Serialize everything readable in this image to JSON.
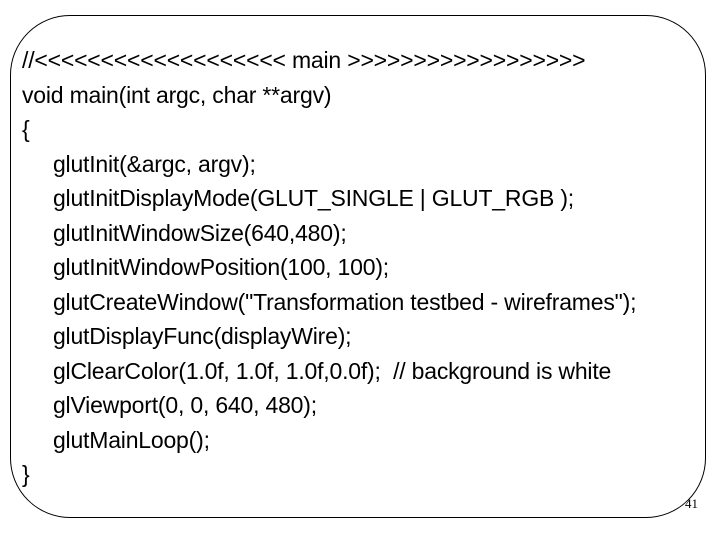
{
  "slide": {
    "page_number": "41",
    "colors": {
      "background": "#ffffff",
      "border": "#000000",
      "text": "#000000"
    },
    "code_lines": [
      "//<<<<<<<<<<<<<<<<<<< main >>>>>>>>>>>>>>>>>>",
      "void main(int argc, char **argv)",
      "{",
      "     glutInit(&argc, argv);",
      "     glutInitDisplayMode(GLUT_SINGLE | GLUT_RGB );",
      "     glutInitWindowSize(640,480);",
      "     glutInitWindowPosition(100, 100);",
      "     glutCreateWindow(\"Transformation testbed - wireframes\");",
      "     glutDisplayFunc(displayWire);",
      "     glClearColor(1.0f, 1.0f, 1.0f,0.0f);  // background is white",
      "     glViewport(0, 0, 640, 480);",
      "     glutMainLoop();",
      "}"
    ]
  }
}
